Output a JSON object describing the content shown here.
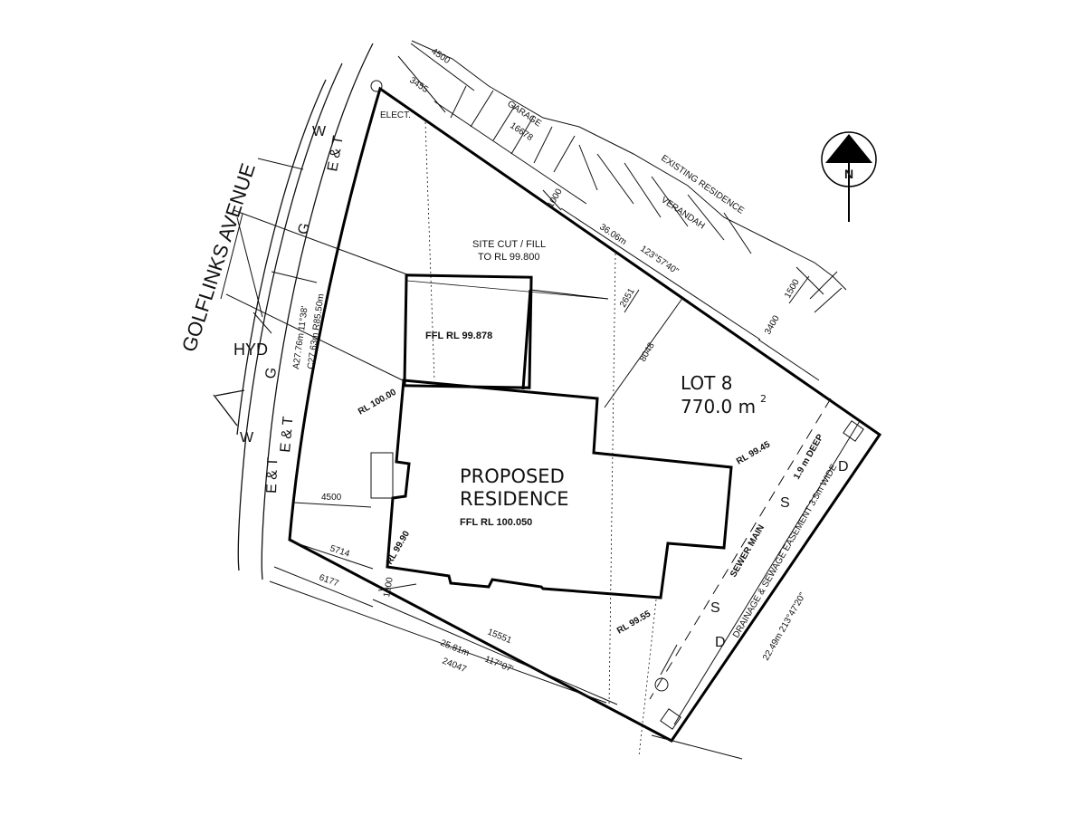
{
  "street": {
    "name": "GOLFLINKS AVENUE",
    "hydrant": "HYD",
    "service_w": "W",
    "service_ge": "G",
    "service_et": "E & T",
    "elect": "ELECT."
  },
  "neighbour": {
    "garage": "GARAGE",
    "existing": "EXISTING RESIDENCE",
    "verandah": "VERANDAH"
  },
  "site_cut": {
    "line1": "SITE CUT / FILL",
    "line2": "TO RL 99.800"
  },
  "lot": {
    "name": "LOT 8",
    "area": "770.0 m",
    "area_sup": "2"
  },
  "house": {
    "line1": "PROPOSED",
    "line2": "RESIDENCE",
    "ffl": "FFL RL 100.050"
  },
  "garage_new": {
    "ffl": "FFL RL 99.878"
  },
  "levels": {
    "rl_100": "RL 100.00",
    "rl_9990": "RL 99.90",
    "rl_9945": "RL 99.45",
    "rl_9955": "RL 99.55"
  },
  "dims": {
    "d4500_top": "4500",
    "d3455": "3455",
    "d16678": "16678",
    "d1000": "1000",
    "d3606": "36.06m",
    "bearing_ne": "123°57'40\"",
    "d2651": "2651",
    "d8048": "8048",
    "d3400": "3400",
    "d1500": "1500",
    "d4500_front": "4500",
    "d5714": "5714",
    "d6177": "6177",
    "d1000_rear": "1000",
    "d15551": "15551",
    "d2581": "25.81m",
    "bearing_s": "117°07'",
    "d24047": "24047",
    "arc": "A27.76m  11°38'",
    "chord": "C27.63m  R85.50m",
    "d2249": "22.49m  213°47'20\""
  },
  "easement": {
    "sewer": "SEWER MAIN",
    "depth": "1.9 m DEEP",
    "text": "DRAINAGE & SEWAGE EASEMENT 3.5m WIDE",
    "s": "S",
    "d": "D"
  },
  "north": {
    "letter": "N"
  }
}
